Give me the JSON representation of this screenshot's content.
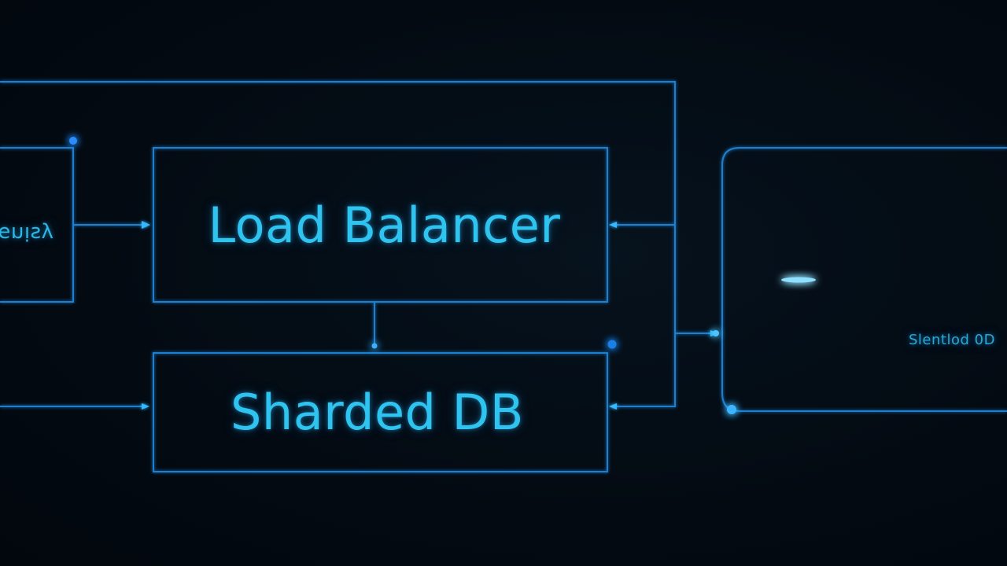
{
  "diagram": {
    "nodes": {
      "load_balancer": {
        "label": "Load Balancer"
      },
      "sharded_db": {
        "label": "Sharded DB"
      },
      "left_node": {
        "label": "ʎsı̣uɘ"
      },
      "right_panel": {
        "label": "Slentlod 0D"
      }
    }
  },
  "colors": {
    "background": "#030a12",
    "wire": "#1f7fd0",
    "text": "#2fc4f0",
    "glow": "#2aa6ff"
  }
}
